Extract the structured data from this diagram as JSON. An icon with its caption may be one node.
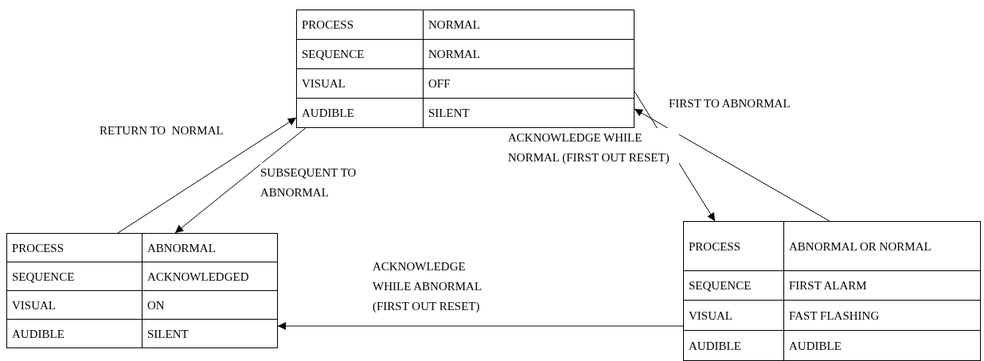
{
  "diagram": {
    "nodes": [
      {
        "text": [
          "PROCESS",
          "NORMAL",
          "SEQUENCE",
          "NORMAL",
          "VISUAL",
          "OFF",
          "AUDIBLE",
          "SILENT"
        ]
      },
      {
        "text": [
          "PROCESS",
          "ABNORMAL",
          "SEQUENCE",
          "ACKNOWLEDGED",
          "VISUAL",
          "ON",
          "AUDIBLE",
          "SILENT"
        ]
      },
      {
        "text": [
          "PROCESS",
          "ABNORMAL OR NORMAL",
          "SEQUENCE",
          "FIRST ALARM",
          "VISUAL",
          "FAST FLASHING",
          "AUDIBLE",
          "AUDIBLE"
        ]
      }
    ],
    "edges": [
      {
        "from": 1,
        "to": 0,
        "arrow": "to",
        "label": "RETURN TO  NORMAL"
      },
      {
        "from": 0,
        "to": 1,
        "arrow": "to",
        "label": "SUBSEQUENT TO ABNORMAL"
      },
      {
        "from": 0,
        "to": 2,
        "arrow": "to",
        "label": "FIRST TO ABNORMAL"
      },
      {
        "from": 2,
        "to": 0,
        "arrow": "to",
        "label": "ACKNOWLEDGE WHILE NORMAL (FIRST OUT RESET)"
      },
      {
        "from": 2,
        "to": 1,
        "arrow": "to",
        "label": "ACKNOWLEDGE WHILE ABNORMAL (FIRST OUT RESET)"
      }
    ]
  }
}
